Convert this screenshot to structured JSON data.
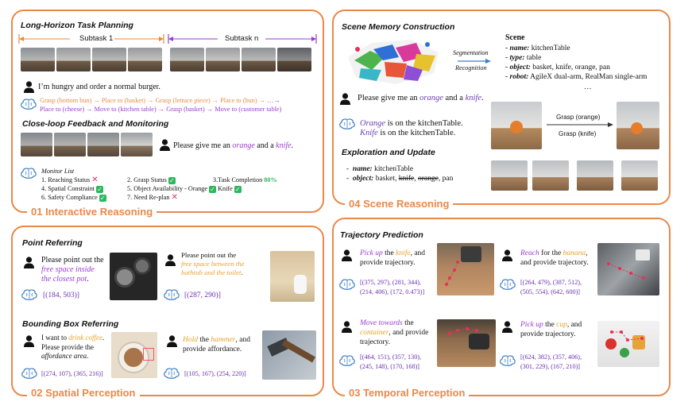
{
  "panels": {
    "interactive": {
      "title": "01 Interactive Reasoning",
      "sec_task": "Long-Horizon Task Planning",
      "subtask1": "Subtask 1",
      "subtaskn": "Subtask n",
      "user_req": "I’m hungry and order a normal burger.",
      "plan_line1_orange": "Grasp (bottom bun) → Place to (basket) → Grasp (lettuce piece) → Place to (bun) →",
      "plan_line1_purple": " …→",
      "plan_line2": "Place to (cheese) → Move to (kitchen table) → Grasp (basket) → Move to (customer table)",
      "sec_feedback": "Close-loop Feedback and Monitoring",
      "fb_prefix": "Please give me an ",
      "fb_obj1": "orange",
      "fb_mid": " and a ",
      "fb_obj2": "knife",
      "fb_suffix": ".",
      "monitor_title": "Monitor List",
      "m1": "1. Reaching Status",
      "m2": "2. Grasp Status",
      "m3": "3.Task Completion",
      "m3_pct": "80%",
      "m4": "4. Spatial Constraint",
      "m5": "5. Object Availability - Orange",
      "m5b": "Knife",
      "m6": "6. Safety Compliance",
      "m7": "7. Need Re-plan"
    },
    "scene": {
      "title": "04 Scene Reasoning",
      "sec_memory": "Scene Memory Construction",
      "seg1": "Segmentation",
      "seg2": "Recognition",
      "scene_head": "Scene",
      "name_k": "- name:",
      "name_v": " kitchenTable",
      "type_k": "- type:",
      "type_v": " table",
      "obj_k": "- object:",
      "obj_v": " basket, knife, orange, pan",
      "robot_k": "- robot:",
      "robot_v": " AgileX dual-arm, RealMan single-arm",
      "ellipsis": "…",
      "q_prefix": "Please give me an ",
      "q_obj1": "orange",
      "q_mid": " and a ",
      "q_obj2": "knife",
      "q_suffix": ".",
      "a1_obj": "Orange",
      "a1_rest": " is on the kitchenTable.",
      "a2_obj": "Knife",
      "a2_rest": " is on the kitchenTable.",
      "grasp_orange": "Grasp (orange)",
      "grasp_knife": "Grasp (knife)",
      "sec_explore": "Exploration and Update",
      "up_name_k": "name:",
      "up_name_v": " kitchenTable",
      "up_obj_k": "object:",
      "up_obj_v1": " basket, ",
      "up_obj_strike1": "knife",
      "up_obj_comma": ", ",
      "up_obj_strike2": "orange",
      "up_obj_v2": ", pan"
    },
    "spatial": {
      "title": "02 Spatial Perception",
      "sec_point": "Point Referring",
      "p1_a": "Please point out the",
      "p1_b": "free space inside",
      "p1_c": "the closest pot",
      "p1_d": ".",
      "p1_ans": "[(184, 503)]",
      "p2_a": "Please point out the",
      "p2_b": "free space between the",
      "p2_c": "bathtub and the toilet",
      "p2_d": ".",
      "p2_ans": "[(287, 290)]",
      "sec_bbox": "Bounding Box Referring",
      "b1_a": "I want to ",
      "b1_b": "drink coffee",
      "b1_c": ".",
      "b1_d": "Please provide the",
      "b1_e": "affordance area",
      "b1_f": ".",
      "b1_ans": "[(274, 107), (365, 216)]",
      "b2_a": "Hold",
      "b2_b": " the ",
      "b2_c": "hammer",
      "b2_d": ", and",
      "b2_e": "provide affordance.",
      "b2_ans": "[(105, 167), (254, 220)]"
    },
    "temporal": {
      "title": "03 Temporal Perception",
      "sec_traj": "Trajectory Prediction",
      "t1_a": "Pick up",
      "t1_b": " the ",
      "t1_c": "knife",
      "t1_d": ", and",
      "t1_e": "provide trajectory.",
      "t1_ans1": "[(375, 297), (281, 344),",
      "t1_ans2": "(214, 406), (172, 0.473)]",
      "t2_a": "Reach",
      "t2_b": " for the ",
      "t2_c": "banana",
      "t2_d": ",",
      "t2_e": "and provide trajectory.",
      "t2_ans1": "[(264, 479), (387, 512),",
      "t2_ans2": "(505, 554), (642, 600)]",
      "t3_a": "Move towards",
      "t3_b": " the",
      "t3_c": "container",
      "t3_d": ", and provide",
      "t3_e": "trajectory.",
      "t3_ans1": "[(464, 151), (357, 130),",
      "t3_ans2": "(245, 148), (170, 168)]",
      "t4_a": "Pick up",
      "t4_b": " the ",
      "t4_c": "cup",
      "t4_d": ", and",
      "t4_e": "provide trajectory.",
      "t4_ans1": "[(624, 382), (357, 406),",
      "t4_ans2": "(301, 229), (167, 210)]"
    }
  },
  "colors": {
    "accent": "#e8894a",
    "purple": "#9a3bd0",
    "orange_text": "#e8a22a",
    "check_green": "#2cb85c",
    "cross_red": "#e8305a"
  },
  "icons": [
    "person-icon",
    "brain-icon",
    "check-icon",
    "cross-icon",
    "arrow-right-icon"
  ]
}
